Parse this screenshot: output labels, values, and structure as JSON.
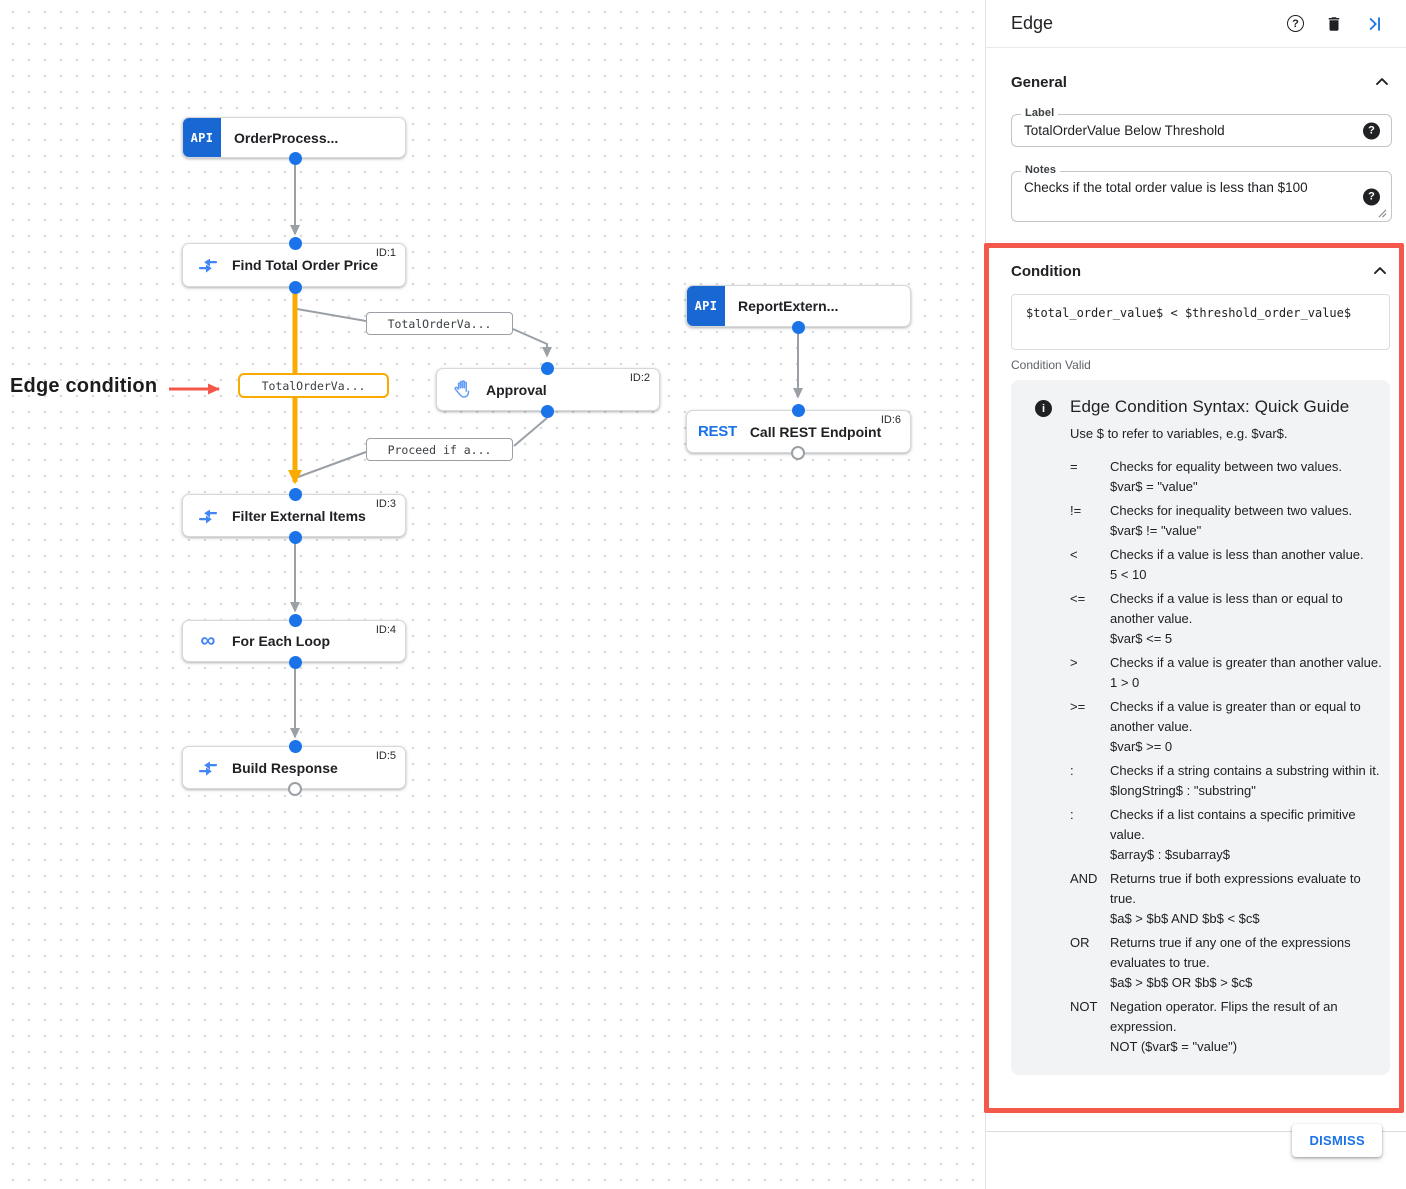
{
  "canvas": {
    "annotation": {
      "text": "Edge condition"
    },
    "nodes": [
      {
        "title": "OrderProcess...",
        "badge": "API",
        "id": ""
      },
      {
        "title": "Find Total Order Price",
        "id": "ID:1"
      },
      {
        "title": "Approval",
        "id": "ID:2"
      },
      {
        "title": "ReportExtern...",
        "badge": "API",
        "id": ""
      },
      {
        "title": "Call REST Endpoint",
        "badge": "REST",
        "id": "ID:6"
      },
      {
        "title": "Filter External Items",
        "id": "ID:3"
      },
      {
        "title": "For Each Loop",
        "id": "ID:4"
      },
      {
        "title": "Build Response",
        "id": "ID:5"
      }
    ],
    "edge_labels": [
      {
        "text": "TotalOrderVa...",
        "highlighted": false
      },
      {
        "text": "TotalOrderVa...",
        "highlighted": true
      },
      {
        "text": "Proceed if a...",
        "highlighted": false
      }
    ],
    "icon_glyphs": {
      "loop": "∞"
    }
  },
  "panel": {
    "title": "Edge",
    "icon_glyphs": {
      "question": "?",
      "info": "i"
    },
    "general": {
      "heading": "General",
      "label_field": {
        "label": "Label",
        "value": "TotalOrderValue Below Threshold"
      },
      "notes_field": {
        "label": "Notes",
        "value": "Checks if the total order value is less than $100"
      }
    },
    "condition": {
      "heading": "Condition",
      "expression": "$total_order_value$ < $threshold_order_value$",
      "status": "Condition Valid",
      "guide": {
        "title": "Edge Condition Syntax: Quick Guide",
        "intro": "Use $ to refer to variables, e.g. $var$.",
        "rows": [
          {
            "op": "=",
            "desc": "Checks for equality between two values.",
            "example": "$var$ = \"value\""
          },
          {
            "op": "!=",
            "desc": "Checks for inequality between two values.",
            "example": "$var$ != \"value\""
          },
          {
            "op": "<",
            "desc": "Checks if a value is less than another value.",
            "example": "5 < 10"
          },
          {
            "op": "<=",
            "desc": "Checks if a value is less than or equal to another value.",
            "example": "$var$ <= 5"
          },
          {
            "op": ">",
            "desc": "Checks if a value is greater than another value.",
            "example": "1 > 0"
          },
          {
            "op": ">=",
            "desc": "Checks if a value is greater than or equal to another value.",
            "example": "$var$ >= 0"
          },
          {
            "op": ":",
            "desc": "Checks if a string contains a substring within it.",
            "example": "$longString$ : \"substring\""
          },
          {
            "op": ":",
            "desc": "Checks if a list contains a specific primitive value.",
            "example": "$array$ : $subarray$"
          },
          {
            "op": "AND",
            "desc": "Returns true if both expressions evaluate to true.",
            "example": "$a$ > $b$ AND $b$ < $c$"
          },
          {
            "op": "OR",
            "desc": "Returns true if any one of the expressions evaluates to true.",
            "example": "$a$ > $b$ OR $b$ > $c$"
          },
          {
            "op": "NOT",
            "desc": "Negation operator. Flips the result of an expression.",
            "example": "NOT ($var$ = \"value\")"
          }
        ]
      }
    },
    "dismiss_label": "DISMISS",
    "colors": {
      "accent_blue": "#1a73e8",
      "highlight_orange": "#f9ab00",
      "alert_red": "#f4584b",
      "node_badge_blue": "#1967d2"
    }
  }
}
